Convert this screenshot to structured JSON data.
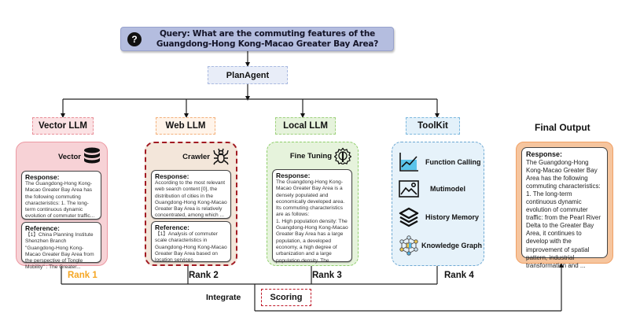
{
  "query": {
    "icon": "question-icon",
    "icon_glyph": "?",
    "line1": "Query: What are the commuting features of the",
    "line2": "Guangdong-Hong Kong-Macao Greater Bay Area?"
  },
  "plan_agent": {
    "label": "PlanAgent"
  },
  "branches": {
    "vector": {
      "label": "Vector LLM",
      "panel_title": "Vector",
      "icon": "database-icon",
      "response_title": "Response:",
      "response_text": "The Guangdong-Hong Kong-Macao Greater Bay Area has the following commuting characteristics: 1. The long-term continuous dynamic evolution of commuter traffic...",
      "reference_title": "Reference:",
      "reference_text": "【1】China Planning Institute Shenzhen Branch \"Guangdong-Hong Kong-Macao Greater Bay Area from the perspective of Tongle Mobility\" : The Greater...",
      "rank": "Rank 1",
      "rank_color": "#f5a623",
      "colors": {
        "fill": "#f7d2d6",
        "border": "#ec98a2"
      }
    },
    "web": {
      "label": "Web LLM",
      "panel_title": "Crawler",
      "icon": "spider-icon",
      "response_title": "Response:",
      "response_text": "According to the most relevant web search content [0], the distribution of cities in the Guangdong-Hong Kong-Macao Greater Bay Area is relatively concentrated, among which ...",
      "reference_title": "Reference:",
      "reference_text": "【1】Analysis of commuter scale characteristics in Guangdong-Hong Kong-Macao Greater Bay Area based on location services",
      "rank": "Rank 2",
      "rank_color": "#111111",
      "colors": {
        "fill": "#f3e6da",
        "border": "#a21a22"
      }
    },
    "local": {
      "label": "Local LLM",
      "panel_title": "Fine Tuning",
      "icon": "fine-tuning-gear-icon",
      "response_title": "Response:",
      "response_text": "The Guangdong-Hong Kong-Macao Greater Bay Area is a densely populated and economically developed area. Its commuting characteristics are as follows:\n1. High population density: The Guangdong-Hong Kong-Macao Greater Bay Area has a large population, a developed economy, a high degree of urbanization and a large population density. The ...",
      "rank": "Rank 3",
      "rank_color": "#111111",
      "colors": {
        "fill": "#e6f3dc",
        "border": "#8fcf6b"
      }
    },
    "toolkit": {
      "label": "ToolKit",
      "tools": [
        {
          "label": "Function Calling",
          "icon": "line-chart-icon"
        },
        {
          "label": "Mutimodel",
          "icon": "image-icon"
        },
        {
          "label": "History Memory",
          "icon": "layers-icon"
        },
        {
          "label": "Knowledge Graph",
          "icon": "knowledge-graph-icon"
        }
      ],
      "rank": "Rank 4",
      "rank_color": "#111111",
      "colors": {
        "fill": "#e6f2fa",
        "border": "#6ea9d3"
      }
    }
  },
  "integrate": {
    "label": "Integrate"
  },
  "scoring": {
    "label": "Scoring"
  },
  "final_output": {
    "title": "Final Output",
    "response_title": "Response:",
    "response_text": "The Guangdong-Hong Kong-Macao Greater Bay Area has the following commuting characteristics: 1. The long-term continuous dynamic evolution of commuter traffic: from the Pearl River Delta to the Greater Bay Area, it continues to develop with the improvement of spatial pattern, industrial transformation and ..."
  }
}
